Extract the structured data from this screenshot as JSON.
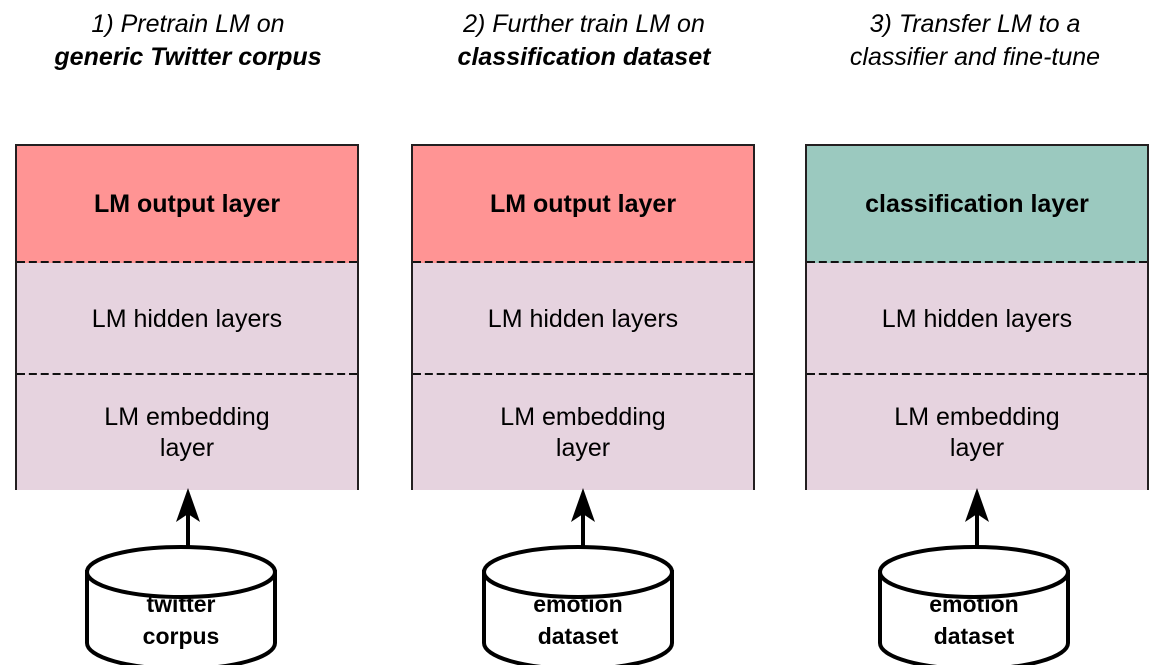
{
  "figure": {
    "background": "#ffffff",
    "columns": [
      {
        "title_line1": "1) Pretrain LM on",
        "title_line2": "generic Twitter corpus",
        "title_line2_bold": true,
        "top_layer_label": "LM output layer",
        "top_layer_color": "#ff9494",
        "hidden_layer_label": "LM hidden layers",
        "embedding_layer_line1": "LM embedding",
        "embedding_layer_line2": "layer",
        "layer_body_color": "#e6d3df",
        "source_line1": "twitter",
        "source_line2": "corpus"
      },
      {
        "title_line1": "2) Further train LM on",
        "title_line2": "classification dataset",
        "title_line2_bold": true,
        "top_layer_label": "LM output layer",
        "top_layer_color": "#ff9494",
        "hidden_layer_label": "LM hidden layers",
        "embedding_layer_line1": "LM embedding",
        "embedding_layer_line2": "layer",
        "layer_body_color": "#e6d3df",
        "source_line1": "emotion",
        "source_line2": "dataset"
      },
      {
        "title_line1": "3) Transfer LM to a",
        "title_line2": "classifier and fine-tune",
        "title_line2_bold": false,
        "top_layer_label": "classification layer",
        "top_layer_color": "#9bc9bf",
        "hidden_layer_label": "LM hidden layers",
        "embedding_layer_line1": "LM embedding",
        "embedding_layer_line2": "layer",
        "layer_body_color": "#e6d3df",
        "source_line1": "emotion",
        "source_line2": "dataset"
      }
    ]
  }
}
